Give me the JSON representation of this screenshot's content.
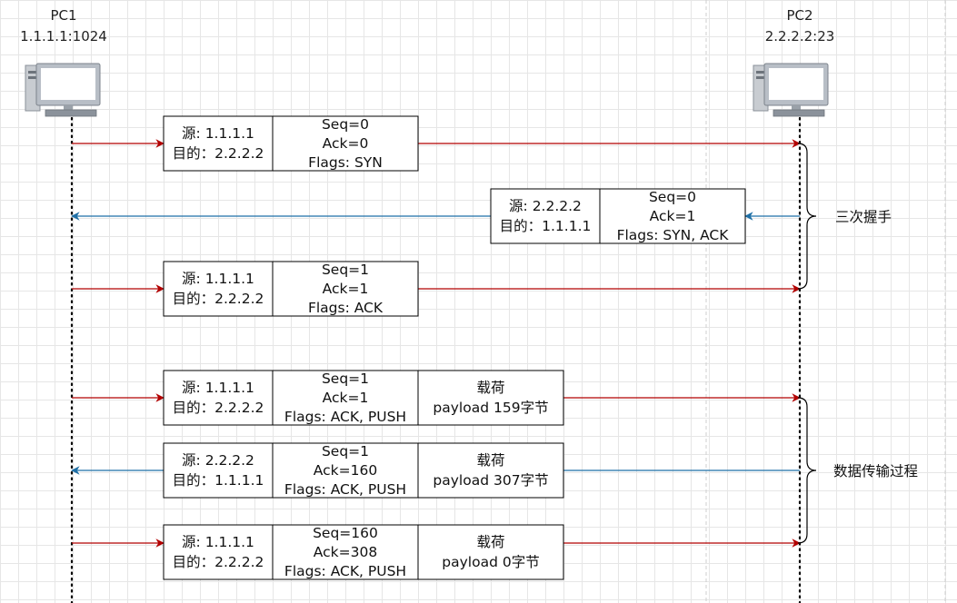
{
  "hosts": {
    "pc1": {
      "name": "PC1",
      "address": "1.1.1.1:1024"
    },
    "pc2": {
      "name": "PC2",
      "address": "2.2.2.2:23"
    }
  },
  "colors": {
    "forward": "#b20000",
    "backward": "#1f6fa6",
    "guide": "#cfcfcf"
  },
  "icons": {
    "host": "desktop-computer-icon"
  },
  "messages": [
    {
      "direction": "right",
      "src": "源: 1.1.1.1",
      "dst": "目的：2.2.2.2",
      "seq": "Seq=0",
      "ack": "Ack=0",
      "flags": "Flags: SYN"
    },
    {
      "direction": "left",
      "src": "源: 2.2.2.2",
      "dst": "目的：1.1.1.1",
      "seq": "Seq=0",
      "ack": "Ack=1",
      "flags": "Flags: SYN, ACK"
    },
    {
      "direction": "right",
      "src": "源: 1.1.1.1",
      "dst": "目的：2.2.2.2",
      "seq": "Seq=1",
      "ack": "Ack=1",
      "flags": "Flags: ACK"
    },
    {
      "direction": "right",
      "src": "源: 1.1.1.1",
      "dst": "目的：2.2.2.2",
      "seq": "Seq=1",
      "ack": "Ack=1",
      "flags": "Flags: ACK, PUSH",
      "payload_title": "载荷",
      "payload": "payload 159字节"
    },
    {
      "direction": "left",
      "src": "源: 2.2.2.2",
      "dst": "目的：1.1.1.1",
      "seq": "Seq=1",
      "ack": "Ack=160",
      "flags": "Flags: ACK, PUSH",
      "payload_title": "载荷",
      "payload": "payload 307字节"
    },
    {
      "direction": "right",
      "src": "源: 1.1.1.1",
      "dst": "目的：2.2.2.2",
      "seq": "Seq=160",
      "ack": "Ack=308",
      "flags": "Flags: ACK, PUSH",
      "payload_title": "载荷",
      "payload": "payload 0字节"
    }
  ],
  "phases": [
    {
      "label": "三次握手",
      "from_message": 0,
      "to_message": 2
    },
    {
      "label": "数据传输过程",
      "from_message": 3,
      "to_message": 5
    }
  ]
}
